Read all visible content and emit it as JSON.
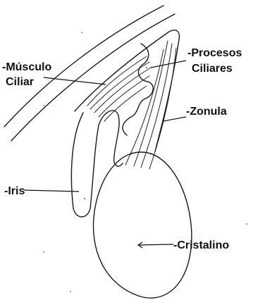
{
  "labels": {
    "musculo_ciliar_line1": "-Músculo",
    "musculo_ciliar_line2": "Ciliar",
    "procesos_ciliares_line1": "-Procesos",
    "procesos_ciliares_line2": "Ciliares",
    "zonula": "-Zonula",
    "iris": "-Iris",
    "cristalino": "-Cristalino"
  },
  "colors": {
    "ink": "#111111",
    "background": "#ffffff"
  }
}
